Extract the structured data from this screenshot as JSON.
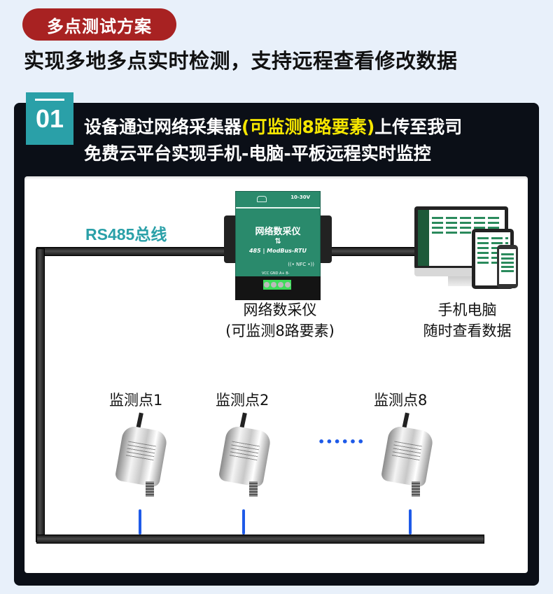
{
  "header": {
    "pill_label": "多点测试方案",
    "subtitle": "实现多地多点实时检测，支持远程查看修改数据"
  },
  "section": {
    "badge_number": "01",
    "headline_line1_pre": "设备通过网络采集器",
    "headline_line1_highlight": "(可监测8路要素)",
    "headline_line1_post": "上传至我司",
    "headline_line2": "免费云平台实现手机-电脑-平板远程实时监控"
  },
  "diagram": {
    "bus_label": "RS485总线",
    "collector": {
      "device_name": "网络数采仪",
      "arrows": "⇅",
      "protocol": "485 | ModBus-RTU",
      "voltage": "10-30V",
      "nfc": "((• NFC •))",
      "terminal_labels": "VCC GND A+ B-",
      "caption_line1": "网络数采仪",
      "caption_line2": "(可监测8路要素)"
    },
    "clients": {
      "caption_line1": "手机电脑",
      "caption_line2": "随时查看数据"
    },
    "points": [
      {
        "label": "监测点1"
      },
      {
        "label": "监测点2"
      },
      {
        "label": "监测点8"
      }
    ],
    "ellipsis": "••••••"
  },
  "colors": {
    "pill_red": "#a82222",
    "teal": "#2aa0a8",
    "highlight_yellow": "#f5e600",
    "panel_dark": "#0b0f17",
    "device_green": "#2a8a6c",
    "drop_blue": "#1e5ae8"
  }
}
